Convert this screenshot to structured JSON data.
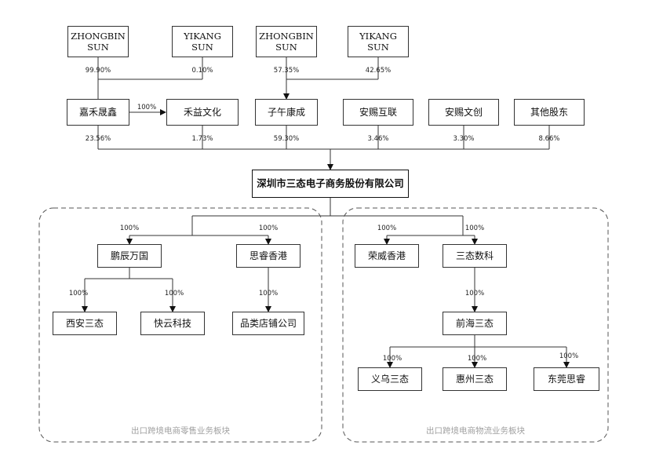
{
  "shareholders": {
    "zhongbin_sun_1": "ZHONGBIN\nSUN",
    "yikang_sun_1": "YIKANG\nSUN",
    "zhongbin_sun_2": "ZHONGBIN\nSUN",
    "yikang_sun_2": "YIKANG\nSUN"
  },
  "person_pct": {
    "zb1": "99.90%",
    "yk1": "0.10%",
    "zb2": "57.35%",
    "yk2": "42.65%"
  },
  "holders": {
    "jiahe": "嘉禾晟鑫",
    "hehe": "禾益文化",
    "ziwu": "子午康成",
    "anhu": "安赐互联",
    "anwen": "安赐文创",
    "other": "其他股东"
  },
  "jiahe_to_hehe_pct": "100%",
  "holder_pct": {
    "jiahe": "23.56%",
    "hehe": "1.73%",
    "ziwu": "59.30%",
    "anhu": "3.46%",
    "anwen": "3.30%",
    "other": "8.66%"
  },
  "main_company": "深圳市三态电子商务股份有限公司",
  "retail": {
    "pengchen": "鹏辰万国",
    "sirui": "思睿香港",
    "xian": "西安三态",
    "kuaiyun": "快云科技",
    "pinlei": "品类店铺公司",
    "pct_pengchen": "100%",
    "pct_sirui": "100%",
    "pct_xian": "100%",
    "pct_kuaiyun": "100%",
    "pct_pinlei": "100%",
    "label": "出口跨境电商零售业务板块"
  },
  "logistics": {
    "rongwei": "荣威香港",
    "santai_shuke": "三态数科",
    "qianhai": "前海三态",
    "yiwu": "义乌三态",
    "huizhou": "惠州三态",
    "dongguan": "东莞思睿",
    "pct_rongwei": "100%",
    "pct_shuke": "100%",
    "pct_qianhai": "100%",
    "pct_yiwu": "100%",
    "pct_huizhou": "100%",
    "pct_dongguan": "100%",
    "label": "出口跨境电商物流业务板块"
  }
}
